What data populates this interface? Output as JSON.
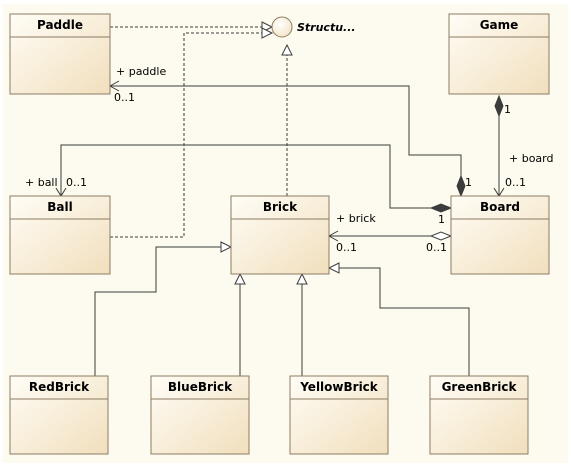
{
  "classes": {
    "paddle": "Paddle",
    "game": "Game",
    "ball": "Ball",
    "brick": "Brick",
    "board": "Board",
    "red_brick": "RedBrick",
    "blue_brick": "BlueBrick",
    "yellow_brick": "YellowBrick",
    "green_brick": "GreenBrick"
  },
  "interface": {
    "name": "Structu..."
  },
  "associations": {
    "paddle_role": "+ paddle",
    "paddle_mult": "0..1",
    "ball_role": "+ ball",
    "ball_mult": "0..1",
    "brick_role": "+ brick",
    "brick_mult": "0..1",
    "board_role": "+ board",
    "board_mult": "0..1",
    "game_board_src_mult": "1",
    "board_paddle_src_mult": "1",
    "board_ball_src_mult": "1",
    "board_brick_src_mult": "0..1"
  },
  "colors": {
    "background": "#fdfbef",
    "class_fill_top": "#fffcf4",
    "class_fill_bottom": "#f1dfbd",
    "class_border": "#8c7b62"
  }
}
